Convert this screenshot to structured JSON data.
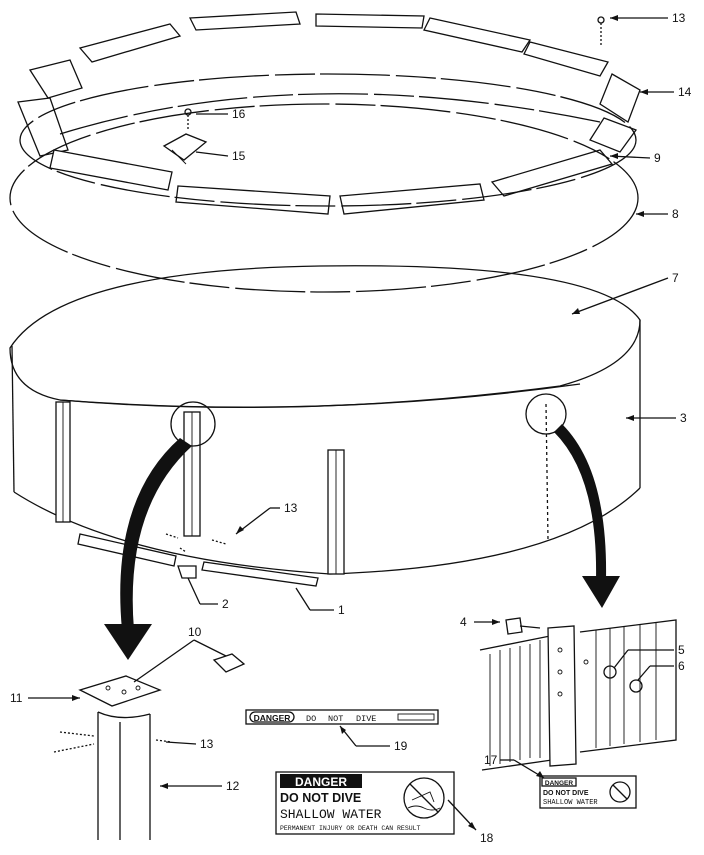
{
  "callouts": [
    {
      "id": "c13a",
      "label": "13"
    },
    {
      "id": "c14",
      "label": "14"
    },
    {
      "id": "c16",
      "label": "16"
    },
    {
      "id": "c15",
      "label": "15"
    },
    {
      "id": "c9",
      "label": "9"
    },
    {
      "id": "c8",
      "label": "8"
    },
    {
      "id": "c7",
      "label": "7"
    },
    {
      "id": "c3",
      "label": "3"
    },
    {
      "id": "c13b",
      "label": "13"
    },
    {
      "id": "c2",
      "label": "2"
    },
    {
      "id": "c1",
      "label": "1"
    },
    {
      "id": "c10",
      "label": "10"
    },
    {
      "id": "c11",
      "label": "11"
    },
    {
      "id": "c13c",
      "label": "13"
    },
    {
      "id": "c12",
      "label": "12"
    },
    {
      "id": "c4",
      "label": "4"
    },
    {
      "id": "c5",
      "label": "5"
    },
    {
      "id": "c6",
      "label": "6"
    },
    {
      "id": "c19",
      "label": "19"
    },
    {
      "id": "c17",
      "label": "17"
    },
    {
      "id": "c18",
      "label": "18"
    }
  ],
  "signs": {
    "small_decal": {
      "heading": "DANGER",
      "words": [
        "DO",
        "NOT",
        "DIVE"
      ]
    },
    "large_decal": {
      "heading": "DANGER",
      "line1": "DO NOT DIVE",
      "line2": "SHALLOW WATER",
      "line3": "PERMANENT INJURY OR DEATH CAN RESULT"
    },
    "wall_decal": {
      "heading": "DANGER",
      "line1": "DO NOT DIVE",
      "line2": "SHALLOW WATER"
    }
  }
}
